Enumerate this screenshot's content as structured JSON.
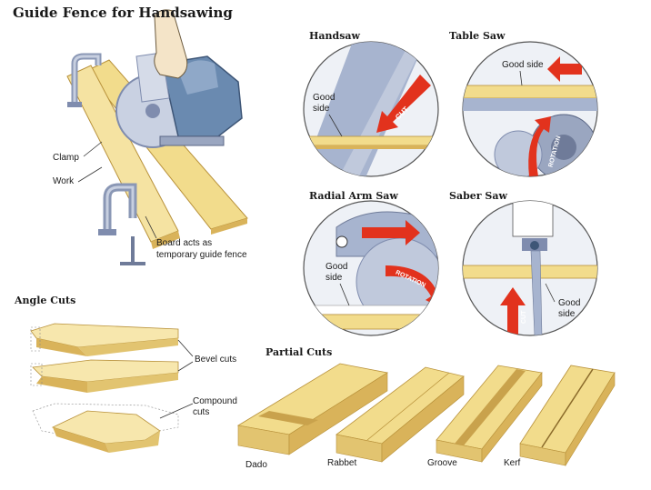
{
  "title": "Guide Fence for Handsawing",
  "main_labels": {
    "clamp": "Clamp",
    "work": "Work",
    "board_line1": "Board acts as",
    "board_line2": "temporary guide fence"
  },
  "panels": {
    "handsaw": {
      "title": "Handsaw",
      "good_side_1": "Good",
      "good_side_2": "side",
      "arrow": "CUT"
    },
    "table_saw": {
      "title": "Table Saw",
      "good_side": "Good side",
      "arrow": "ROTATION"
    },
    "radial_arm_saw": {
      "title": "Radial Arm Saw",
      "good_side_1": "Good",
      "good_side_2": "side",
      "arrow": "ROTATION"
    },
    "saber_saw": {
      "title": "Saber Saw",
      "good_side_1": "Good",
      "good_side_2": "side",
      "arrow": "CUT"
    }
  },
  "angle_cuts": {
    "title": "Angle Cuts",
    "bevel": "Bevel cuts",
    "compound_1": "Compound",
    "compound_2": "cuts"
  },
  "partial_cuts": {
    "title": "Partial Cuts",
    "items": [
      "Dado",
      "Rabbet",
      "Groove",
      "Kerf"
    ]
  },
  "colors": {
    "wood": "#f2dc8c",
    "wood_edge": "#d9b35a",
    "steel": "#a7b4cf",
    "steel_dark": "#7f8cae",
    "saw_body": "#6a8ab0",
    "arrow_red": "#e2321d",
    "circle_fill": "#eef1f6"
  }
}
